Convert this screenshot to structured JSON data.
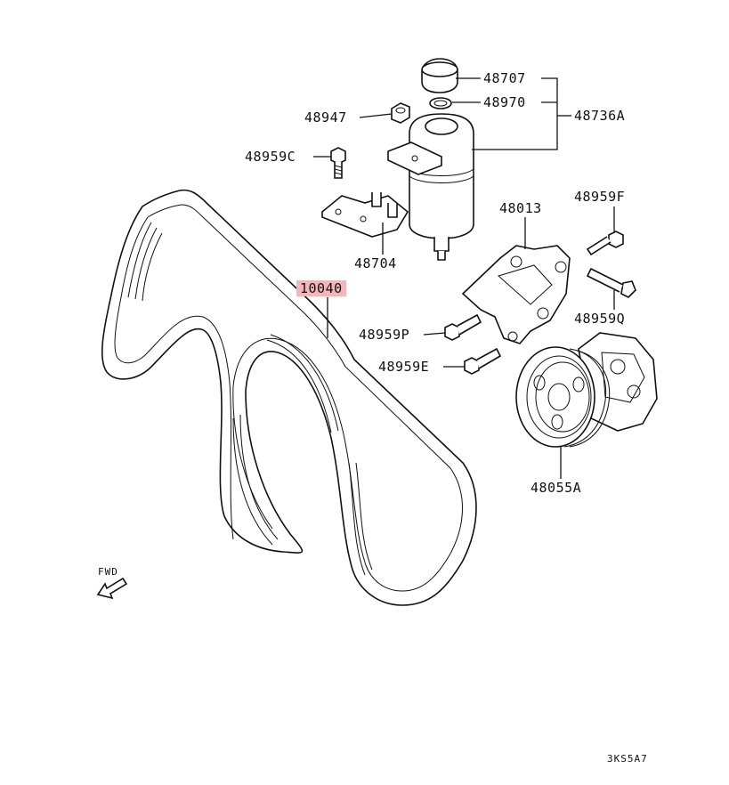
{
  "labels": {
    "p48707": "48707",
    "p48970": "48970",
    "p48736A": "48736A",
    "p48947": "48947",
    "p48959C": "48959C",
    "p48704": "48704",
    "p48013": "48013",
    "p48959F": "48959F",
    "p10040": "10040",
    "p48959Q": "48959Q",
    "p48959P": "48959P",
    "p48959E": "48959E",
    "p48055A": "48055A",
    "fwd": "FWD",
    "code": "3KS5A7"
  },
  "colors": {
    "highlight": "#f4b6b6",
    "line": "#111111",
    "background": "#ffffff"
  }
}
